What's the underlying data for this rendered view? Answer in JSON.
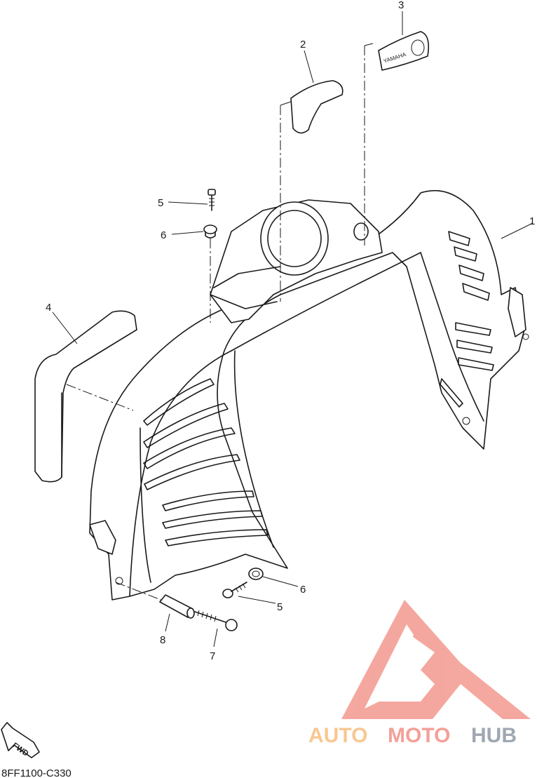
{
  "callouts": [
    "1",
    "2",
    "3",
    "4",
    "5",
    "6",
    "5",
    "6",
    "7",
    "8"
  ],
  "emblem_text": "YAMAHA",
  "fwd_label": "FWD",
  "diagram_code": "8FF1100-C330",
  "watermark": {
    "part1": "AUTO",
    "part2": "MOTO",
    "part3": "HUB",
    "colors": {
      "triangle": "#f4a39a",
      "auto": "#f9c58c",
      "moto": "#f39b93",
      "hub": "#9aa3ad"
    }
  }
}
